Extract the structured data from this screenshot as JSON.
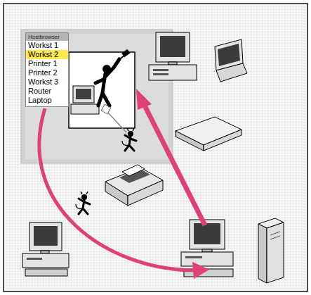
{
  "diagram": {
    "nodes": [
      {
        "text": [
          "Hostbrowser",
          "Workst 1",
          "Workst 2",
          "Printer 1",
          "Printer 2",
          "Workst 3",
          "Router",
          "Laptop"
        ]
      }
    ]
  }
}
